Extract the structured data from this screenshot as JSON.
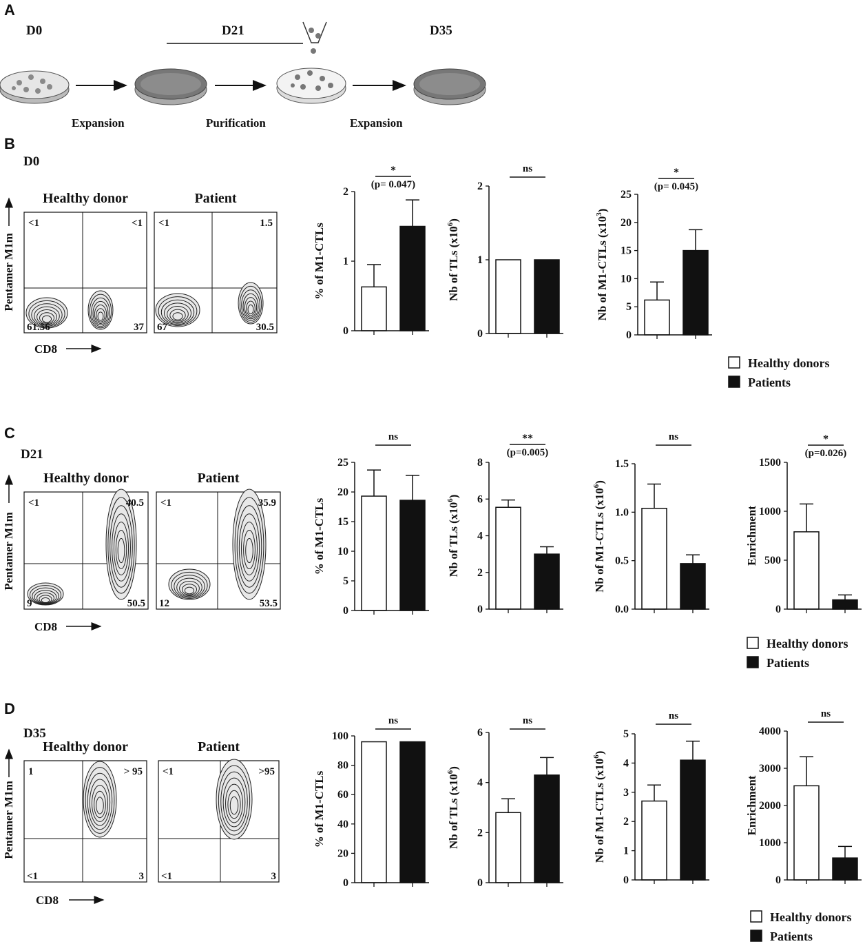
{
  "panel_letters": {
    "a": "A",
    "b": "B",
    "c": "C",
    "d": "D"
  },
  "timeline": {
    "days": [
      "D0",
      "D21",
      "D35"
    ],
    "steps": [
      "Expansion",
      "Purification",
      "Expansion"
    ]
  },
  "row_days": {
    "b": "D0",
    "c": "D21",
    "d": "D35"
  },
  "flow": {
    "y_axis": "Pentamer M1m",
    "x_axis": "CD8",
    "panels": [
      {
        "row": "b",
        "title": "Healthy donor",
        "ul": "<1",
        "ur": "<1",
        "ll": "61.56",
        "lr": "37"
      },
      {
        "row": "b",
        "title": "Patient",
        "ul": "<1",
        "ur": "1.5",
        "ll": "67",
        "lr": "30.5"
      },
      {
        "row": "c",
        "title": "Healthy donor",
        "ul": "<1",
        "ur": "40.5",
        "ll": "9",
        "lr": "50.5"
      },
      {
        "row": "c",
        "title": "Patient",
        "ul": "<1",
        "ur": "35.9",
        "ll": "12",
        "lr": "53.5"
      },
      {
        "row": "d",
        "title": "Healthy donor",
        "ul": "1",
        "ur": "> 95",
        "ll": "<1",
        "lr": "3"
      },
      {
        "row": "d",
        "title": "Patient",
        "ul": "<1",
        "ur": ">95",
        "ll": "<1",
        "lr": "3"
      }
    ]
  },
  "legend": {
    "healthy": "Healthy donors",
    "patients": "Patients"
  },
  "colors": {
    "healthy": "#ffffff",
    "patients": "#111111"
  },
  "chart_data": [
    {
      "type": "bar",
      "row": "B",
      "ylabel": "% of M1-CTLs",
      "categories": [
        "Healthy donors",
        "Patients"
      ],
      "values": [
        0.63,
        1.5
      ],
      "errors": [
        0.32,
        0.38
      ],
      "ylim": [
        0,
        2
      ],
      "yticks": [
        "0",
        "1",
        "2"
      ],
      "sig": "*",
      "pvalue": "(p= 0.047)"
    },
    {
      "type": "bar",
      "row": "B",
      "ylabel": "Nb of TLs (x10",
      "ylabel_sup": "6",
      "categories": [
        "Healthy donors",
        "Patients"
      ],
      "values": [
        1.0,
        1.0
      ],
      "errors": [
        0,
        0
      ],
      "ylim": [
        0,
        2
      ],
      "yticks": [
        "0",
        "1",
        "2"
      ],
      "sig": "ns",
      "pvalue": ""
    },
    {
      "type": "bar",
      "row": "B",
      "ylabel": "Nb of M1-CTLs (x10",
      "ylabel_sup": "3",
      "categories": [
        "Healthy donors",
        "Patients"
      ],
      "values": [
        6.2,
        15.0
      ],
      "errors": [
        3.2,
        3.7
      ],
      "ylim": [
        0,
        25
      ],
      "yticks": [
        "0",
        "5",
        "10",
        "15",
        "20",
        "25"
      ],
      "sig": "*",
      "pvalue": "(p= 0.045)"
    },
    {
      "type": "bar",
      "row": "C",
      "ylabel": "% of M1-CTLs",
      "categories": [
        "Healthy donors",
        "Patients"
      ],
      "values": [
        19.3,
        18.6
      ],
      "errors": [
        4.4,
        4.2
      ],
      "ylim": [
        0,
        25
      ],
      "yticks": [
        "0",
        "5",
        "10",
        "15",
        "20",
        "25"
      ],
      "sig": "ns",
      "pvalue": ""
    },
    {
      "type": "bar",
      "row": "C",
      "ylabel": "Nb of TLs (x10",
      "ylabel_sup": "6",
      "categories": [
        "Healthy donors",
        "Patients"
      ],
      "values": [
        5.55,
        3.0
      ],
      "errors": [
        0.4,
        0.4
      ],
      "ylim": [
        0,
        8
      ],
      "yticks": [
        "0",
        "2",
        "4",
        "6",
        "8"
      ],
      "sig": "**",
      "pvalue": "(p=0.005)"
    },
    {
      "type": "bar",
      "row": "C",
      "ylabel": "Nb of M1-CTLs (x10",
      "ylabel_sup": "6",
      "categories": [
        "Healthy donors",
        "Patients"
      ],
      "values": [
        1.04,
        0.47
      ],
      "errors": [
        0.25,
        0.09
      ],
      "ylim": [
        0,
        1.5
      ],
      "yticks": [
        "0.0",
        "0.5",
        "1.0",
        "1.5"
      ],
      "sig": "ns",
      "pvalue": ""
    },
    {
      "type": "bar",
      "row": "C",
      "ylabel": "Enrichment",
      "categories": [
        "Healthy donors",
        "Patients"
      ],
      "values": [
        790,
        95
      ],
      "errors": [
        285,
        50
      ],
      "ylim": [
        0,
        1500
      ],
      "yticks": [
        "0",
        "500",
        "1000",
        "1500"
      ],
      "sig": "*",
      "pvalue": "(p=0.026)"
    },
    {
      "type": "bar",
      "row": "D",
      "ylabel": "% of M1-CTLs",
      "categories": [
        "Healthy donors",
        "Patients"
      ],
      "values": [
        96,
        96
      ],
      "errors": [
        0,
        0
      ],
      "ylim": [
        0,
        100
      ],
      "yticks": [
        "0",
        "20",
        "40",
        "60",
        "80",
        "100"
      ],
      "sig": "ns",
      "pvalue": ""
    },
    {
      "type": "bar",
      "row": "D",
      "ylabel": "Nb of TLs (x10",
      "ylabel_sup": "6",
      "categories": [
        "Healthy donors",
        "Patients"
      ],
      "values": [
        2.8,
        4.3
      ],
      "errors": [
        0.55,
        0.7
      ],
      "ylim": [
        0,
        6
      ],
      "yticks": [
        "0",
        "2",
        "4",
        "6"
      ],
      "sig": "ns",
      "pvalue": ""
    },
    {
      "type": "bar",
      "row": "D",
      "ylabel": "Nb of M1-CTLs (x10",
      "ylabel_sup": "6",
      "categories": [
        "Healthy donors",
        "Patients"
      ],
      "values": [
        2.7,
        4.1
      ],
      "errors": [
        0.55,
        0.65
      ],
      "ylim": [
        0,
        5
      ],
      "yticks": [
        "0",
        "1",
        "2",
        "3",
        "4",
        "5"
      ],
      "sig": "ns",
      "pvalue": ""
    },
    {
      "type": "bar",
      "row": "D",
      "ylabel": "Enrichment",
      "categories": [
        "Healthy donors",
        "Patients"
      ],
      "values": [
        2530,
        590
      ],
      "errors": [
        780,
        310
      ],
      "ylim": [
        0,
        4000
      ],
      "yticks": [
        "0",
        "1000",
        "2000",
        "3000",
        "4000"
      ],
      "sig": "ns",
      "pvalue": ""
    }
  ]
}
